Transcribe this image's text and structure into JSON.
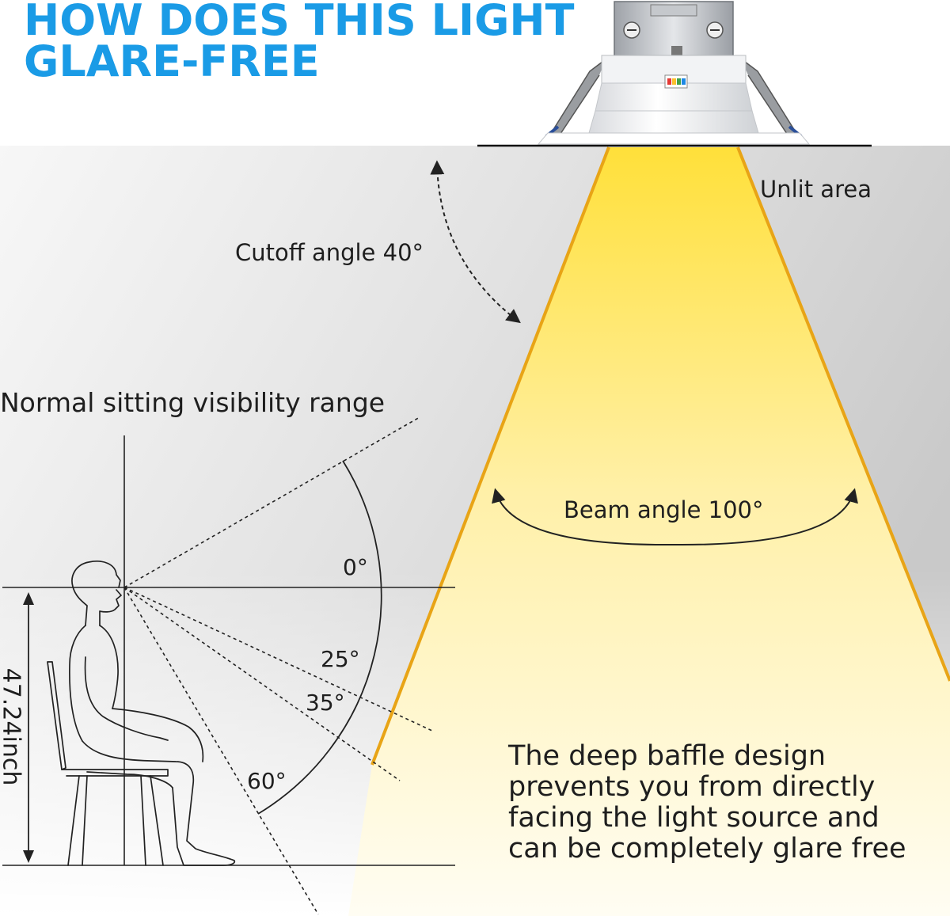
{
  "title": {
    "line1": "HOW DOES THIS LIGHT",
    "line2": "GLARE-FREE"
  },
  "labels": {
    "unlit_area": "Unlit area",
    "cutoff_angle": "Cutoff angle 40°",
    "visibility_range": "Normal sitting visibility range",
    "beam_angle": "Beam angle 100°",
    "angle_0": "0°",
    "angle_25": "25°",
    "angle_35": "35°",
    "angle_60": "60°",
    "height": "47.24inch"
  },
  "description": {
    "line1": "The deep baffle design",
    "line2": "prevents you from directly",
    "line3": "facing the light source and",
    "line4": "can be completely glare free"
  },
  "colors": {
    "title": "#1a9be6",
    "beam_edge": "#e8a416",
    "beam_fill": "#ffe45a",
    "text": "#1e1e1e"
  }
}
